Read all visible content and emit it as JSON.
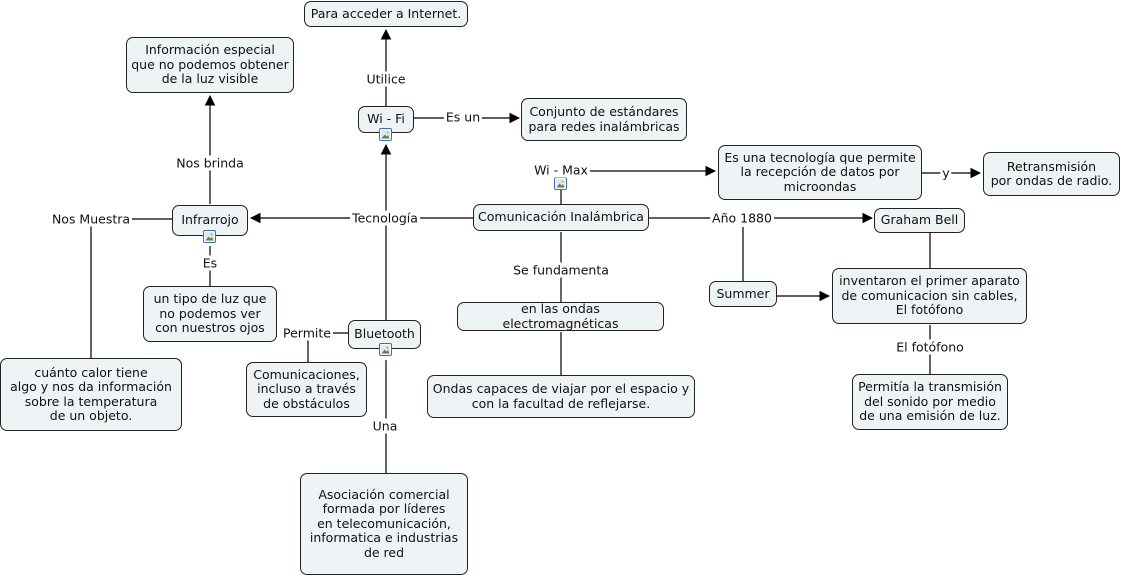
{
  "nodes": {
    "internet": "Para acceder a Internet.",
    "info_especial": "Información especial\nque no podemos obtener\nde la luz visible",
    "wifi": "Wi - Fi",
    "conjunto": "Conjunto de estándares\n para redes inalámbricas",
    "tecnologia_permite": "Es una tecnología que permite\nla recepción de datos por\nmicroondas",
    "retransmision": "Retransmisión\npor ondas de radio.",
    "infrarrojo": "Infrarrojo",
    "comunicacion": "Comunicación Inalámbrica",
    "graham": "Graham Bell",
    "tipo_luz": "un tipo de luz que\nno podemos ver\ncon nuestros ojos",
    "summer": "Summer",
    "inventaron": "inventaron el primer aparato\nde comunicacion sin cables,\nEl fotófono",
    "ondas_em": "en las ondas electromagnéticas",
    "bluetooth": "Bluetooth",
    "calor": "cuánto calor tiene\nalgo y nos da información\nsobre la temperatura\nde un objeto.",
    "comunicaciones": "Comunicaciones,\nincluso a través\nde obstáculos",
    "ondas_capaces": "Ondas capaces de viajar por el espacio y\ncon la facultad de reflejarse.",
    "permitia": "Permitía la transmisión\ndel sonido por medio\nde una emisión de luz.",
    "asociacion": "Asociación comercial\nformada por líderes\nen telecomunicación,\ninformatica e industrias\nde red"
  },
  "labels": {
    "utilice": "Utilice",
    "es_un": "Es un",
    "wimax": "Wi - Max",
    "y": "y",
    "nos_brinda": "Nos brinda",
    "nos_muestra": "Nos Muestra",
    "tecnologia": "Tecnología",
    "anio": "Año 1880",
    "es": "Es",
    "se_fundamenta": "Se fundamenta",
    "permite": "Permite",
    "el_fotofono": "El fotófono",
    "una": "Una"
  },
  "colors": {
    "node_fill": "#eef3f6",
    "line": "#000000",
    "icon_border": "#3a6fa8"
  },
  "icons": [
    "image-icon"
  ]
}
